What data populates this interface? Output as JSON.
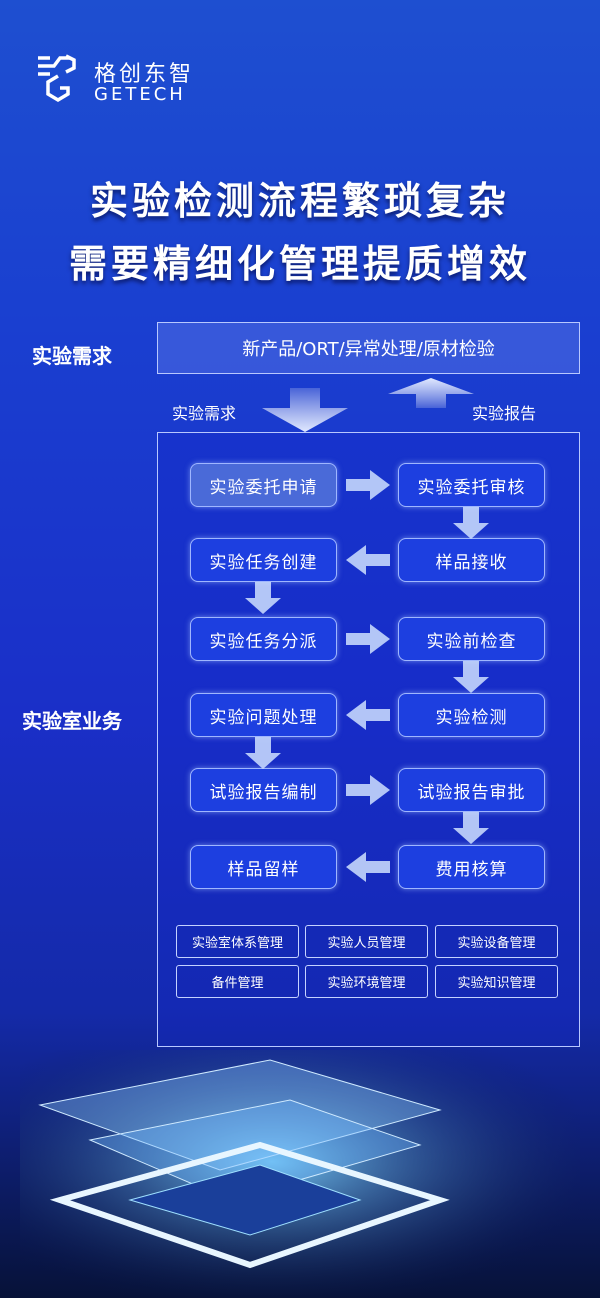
{
  "brand": {
    "name_cn": "格创东智",
    "name_en": "GETECH"
  },
  "title": [
    "实验检测流程繁琐复杂",
    "需要精细化管理提质增效"
  ],
  "demand_section": {
    "label": "实验需求",
    "box_text": "新产品/ORT/异常处理/原材检验",
    "down_label": "实验需求",
    "up_label": "实验报告"
  },
  "lab_section": {
    "label": "实验室业务",
    "steps": [
      {
        "text": "实验委托申请",
        "col": "left",
        "row": 0
      },
      {
        "text": "实验委托审核",
        "col": "right",
        "row": 0
      },
      {
        "text": "样品接收",
        "col": "right",
        "row": 1
      },
      {
        "text": "实验任务创建",
        "col": "left",
        "row": 1
      },
      {
        "text": "实验任务分派",
        "col": "left",
        "row": 2
      },
      {
        "text": "实验前检查",
        "col": "right",
        "row": 2
      },
      {
        "text": "实验检测",
        "col": "right",
        "row": 3
      },
      {
        "text": "实验问题处理",
        "col": "left",
        "row": 3
      },
      {
        "text": "试验报告编制",
        "col": "left",
        "row": 4
      },
      {
        "text": "试验报告审批",
        "col": "right",
        "row": 4
      },
      {
        "text": "费用核算",
        "col": "right",
        "row": 5
      },
      {
        "text": "样品留样",
        "col": "left",
        "row": 5
      }
    ],
    "modules": [
      "实验室体系管理",
      "实验人员管理",
      "实验设备管理",
      "备件管理",
      "实验环境管理",
      "实验知识管理"
    ]
  },
  "colors": {
    "accent": "#1d3fe0",
    "border": "#9fb6ff"
  }
}
